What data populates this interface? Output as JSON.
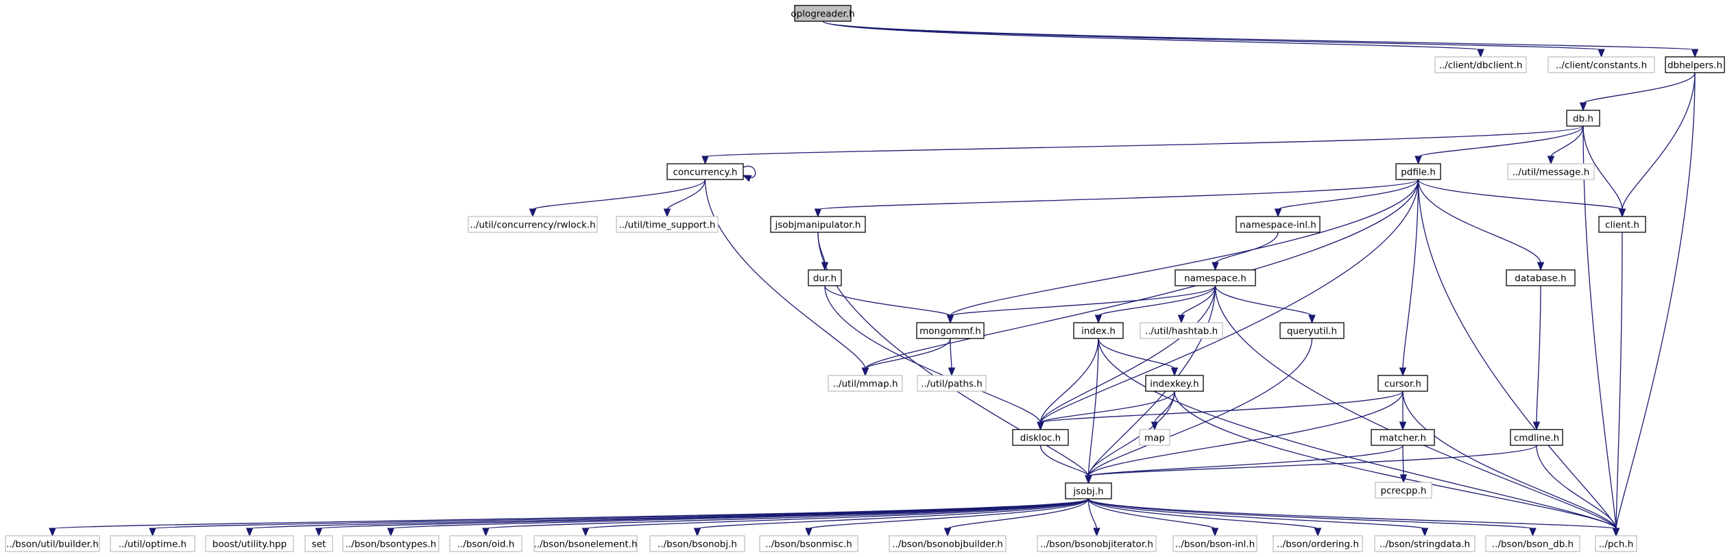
{
  "diagram": {
    "type": "include-dependency-graph",
    "colors": {
      "edge": "#191970",
      "focus_fill": "#bfbfbf",
      "doc_border": "#000000",
      "external_border": "#bfbfbf",
      "node_fill": "#ffffff"
    },
    "nodes": [
      {
        "id": "oplogreader",
        "label": "oplogreader.h",
        "kind": "focus"
      },
      {
        "id": "dbclient",
        "label": "../client/dbclient.h",
        "kind": "external"
      },
      {
        "id": "constants",
        "label": "../client/constants.h",
        "kind": "external"
      },
      {
        "id": "dbhelpers",
        "label": "dbhelpers.h",
        "kind": "documented"
      },
      {
        "id": "db",
        "label": "db.h",
        "kind": "documented"
      },
      {
        "id": "concurrency",
        "label": "concurrency.h",
        "kind": "documented"
      },
      {
        "id": "pdfile",
        "label": "pdfile.h",
        "kind": "documented"
      },
      {
        "id": "message",
        "label": "../util/message.h",
        "kind": "external"
      },
      {
        "id": "rwlock",
        "label": "../util/concurrency/rwlock.h",
        "kind": "external"
      },
      {
        "id": "timesupport",
        "label": "../util/time_support.h",
        "kind": "external"
      },
      {
        "id": "jsobjmanip",
        "label": "jsobjmanipulator.h",
        "kind": "documented"
      },
      {
        "id": "nsinl",
        "label": "namespace-inl.h",
        "kind": "documented"
      },
      {
        "id": "client",
        "label": "client.h",
        "kind": "documented"
      },
      {
        "id": "dur",
        "label": "dur.h",
        "kind": "documented"
      },
      {
        "id": "namespace",
        "label": "namespace.h",
        "kind": "documented"
      },
      {
        "id": "database",
        "label": "database.h",
        "kind": "documented"
      },
      {
        "id": "mongommf",
        "label": "mongommf.h",
        "kind": "documented"
      },
      {
        "id": "index",
        "label": "index.h",
        "kind": "documented"
      },
      {
        "id": "hashtab",
        "label": "../util/hashtab.h",
        "kind": "external"
      },
      {
        "id": "queryutil",
        "label": "queryutil.h",
        "kind": "documented"
      },
      {
        "id": "mmap",
        "label": "../util/mmap.h",
        "kind": "external"
      },
      {
        "id": "paths",
        "label": "../util/paths.h",
        "kind": "external"
      },
      {
        "id": "indexkey",
        "label": "indexkey.h",
        "kind": "documented"
      },
      {
        "id": "cursor",
        "label": "cursor.h",
        "kind": "documented"
      },
      {
        "id": "cmdline",
        "label": "cmdline.h",
        "kind": "documented"
      },
      {
        "id": "diskloc",
        "label": "diskloc.h",
        "kind": "documented"
      },
      {
        "id": "map",
        "label": "map",
        "kind": "external"
      },
      {
        "id": "matcher",
        "label": "matcher.h",
        "kind": "documented"
      },
      {
        "id": "pcrecpp",
        "label": "pcrecpp.h",
        "kind": "external"
      },
      {
        "id": "jsobj",
        "label": "jsobj.h",
        "kind": "documented"
      },
      {
        "id": "builder",
        "label": "../bson/util/builder.h",
        "kind": "external"
      },
      {
        "id": "optime",
        "label": "../util/optime.h",
        "kind": "external"
      },
      {
        "id": "boostutil",
        "label": "boost/utility.hpp",
        "kind": "external"
      },
      {
        "id": "set",
        "label": "set",
        "kind": "external"
      },
      {
        "id": "bsontypes",
        "label": "../bson/bsontypes.h",
        "kind": "external"
      },
      {
        "id": "oid",
        "label": "../bson/oid.h",
        "kind": "external"
      },
      {
        "id": "bsonelement",
        "label": "../bson/bsonelement.h",
        "kind": "external"
      },
      {
        "id": "bsonobj",
        "label": "../bson/bsonobj.h",
        "kind": "external"
      },
      {
        "id": "bsonmisc",
        "label": "../bson/bsonmisc.h",
        "kind": "external"
      },
      {
        "id": "bsonobjbuilder",
        "label": "../bson/bsonobjbuilder.h",
        "kind": "external"
      },
      {
        "id": "bsonobjiterator",
        "label": "../bson/bsonobjiterator.h",
        "kind": "external"
      },
      {
        "id": "bsoninl",
        "label": "../bson/bson-inl.h",
        "kind": "external"
      },
      {
        "id": "ordering",
        "label": "../bson/ordering.h",
        "kind": "external"
      },
      {
        "id": "stringdata",
        "label": "../bson/stringdata.h",
        "kind": "external"
      },
      {
        "id": "bsondb",
        "label": "../bson/bson_db.h",
        "kind": "external"
      },
      {
        "id": "pch",
        "label": "../pch.h",
        "kind": "external"
      }
    ],
    "edges": [
      {
        "from": "oplogreader",
        "to": "dbclient"
      },
      {
        "from": "oplogreader",
        "to": "constants"
      },
      {
        "from": "oplogreader",
        "to": "dbhelpers"
      },
      {
        "from": "dbhelpers",
        "to": "db"
      },
      {
        "from": "dbhelpers",
        "to": "client"
      },
      {
        "from": "dbhelpers",
        "to": "pch"
      },
      {
        "from": "db",
        "to": "concurrency"
      },
      {
        "from": "db",
        "to": "pdfile"
      },
      {
        "from": "db",
        "to": "message"
      },
      {
        "from": "db",
        "to": "client"
      },
      {
        "from": "db",
        "to": "pch"
      },
      {
        "from": "concurrency",
        "to": "concurrency"
      },
      {
        "from": "concurrency",
        "to": "rwlock"
      },
      {
        "from": "concurrency",
        "to": "timesupport"
      },
      {
        "from": "concurrency",
        "to": "mmap"
      },
      {
        "from": "pdfile",
        "to": "jsobjmanip"
      },
      {
        "from": "pdfile",
        "to": "nsinl"
      },
      {
        "from": "pdfile",
        "to": "client"
      },
      {
        "from": "pdfile",
        "to": "database"
      },
      {
        "from": "pdfile",
        "to": "cursor"
      },
      {
        "from": "pdfile",
        "to": "mongommf"
      },
      {
        "from": "pdfile",
        "to": "mmap"
      },
      {
        "from": "pdfile",
        "to": "diskloc"
      },
      {
        "from": "pdfile",
        "to": "pch"
      },
      {
        "from": "jsobjmanip",
        "to": "dur"
      },
      {
        "from": "jsobjmanip",
        "to": "jsobj"
      },
      {
        "from": "nsinl",
        "to": "namespace"
      },
      {
        "from": "client",
        "to": "pch"
      },
      {
        "from": "dur",
        "to": "mongommf"
      },
      {
        "from": "dur",
        "to": "diskloc"
      },
      {
        "from": "namespace",
        "to": "mongommf"
      },
      {
        "from": "namespace",
        "to": "index"
      },
      {
        "from": "namespace",
        "to": "hashtab"
      },
      {
        "from": "namespace",
        "to": "queryutil"
      },
      {
        "from": "namespace",
        "to": "diskloc"
      },
      {
        "from": "namespace",
        "to": "jsobj"
      },
      {
        "from": "namespace",
        "to": "pch"
      },
      {
        "from": "database",
        "to": "cmdline"
      },
      {
        "from": "mongommf",
        "to": "mmap"
      },
      {
        "from": "mongommf",
        "to": "paths"
      },
      {
        "from": "index",
        "to": "indexkey"
      },
      {
        "from": "index",
        "to": "diskloc"
      },
      {
        "from": "index",
        "to": "jsobj"
      },
      {
        "from": "index",
        "to": "pch"
      },
      {
        "from": "queryutil",
        "to": "jsobj"
      },
      {
        "from": "indexkey",
        "to": "diskloc"
      },
      {
        "from": "indexkey",
        "to": "map"
      },
      {
        "from": "indexkey",
        "to": "jsobj"
      },
      {
        "from": "indexkey",
        "to": "pch"
      },
      {
        "from": "cursor",
        "to": "diskloc"
      },
      {
        "from": "cursor",
        "to": "matcher"
      },
      {
        "from": "cursor",
        "to": "jsobj"
      },
      {
        "from": "cursor",
        "to": "pch"
      },
      {
        "from": "cmdline",
        "to": "jsobj"
      },
      {
        "from": "cmdline",
        "to": "pch"
      },
      {
        "from": "diskloc",
        "to": "jsobj"
      },
      {
        "from": "matcher",
        "to": "pcrecpp"
      },
      {
        "from": "matcher",
        "to": "jsobj"
      },
      {
        "from": "jsobj",
        "to": "builder"
      },
      {
        "from": "jsobj",
        "to": "optime"
      },
      {
        "from": "jsobj",
        "to": "boostutil"
      },
      {
        "from": "jsobj",
        "to": "set"
      },
      {
        "from": "jsobj",
        "to": "bsontypes"
      },
      {
        "from": "jsobj",
        "to": "oid"
      },
      {
        "from": "jsobj",
        "to": "bsonelement"
      },
      {
        "from": "jsobj",
        "to": "bsonobj"
      },
      {
        "from": "jsobj",
        "to": "bsonmisc"
      },
      {
        "from": "jsobj",
        "to": "bsonobjbuilder"
      },
      {
        "from": "jsobj",
        "to": "bsonobjiterator"
      },
      {
        "from": "jsobj",
        "to": "bsoninl"
      },
      {
        "from": "jsobj",
        "to": "ordering"
      },
      {
        "from": "jsobj",
        "to": "stringdata"
      },
      {
        "from": "jsobj",
        "to": "bsondb"
      },
      {
        "from": "jsobj",
        "to": "pch"
      }
    ]
  }
}
